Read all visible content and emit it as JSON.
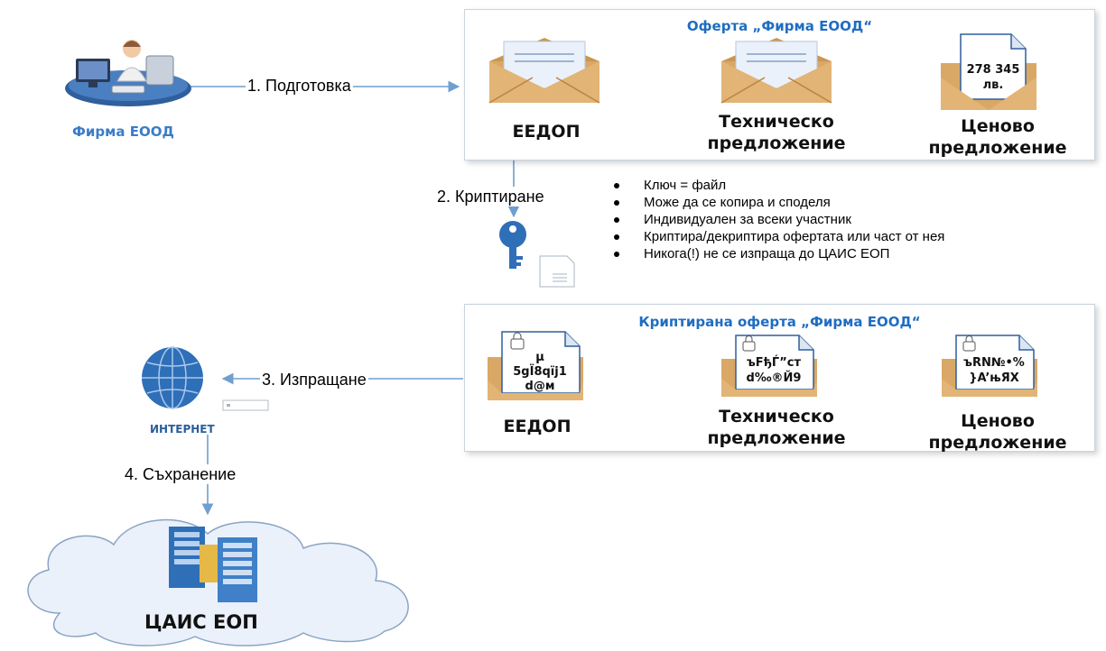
{
  "actor": {
    "label": "Фирма ЕООД"
  },
  "steps": {
    "prepare": "1. Подготовка",
    "encrypt": "2. Криптиране",
    "send": "3. Изпращане",
    "store": "4. Съхранение"
  },
  "offer_panel": {
    "title": "Оферта „Фирма ЕООД“",
    "documents": [
      {
        "label": "ЕЕДОП"
      },
      {
        "label": "Техническо предложение"
      },
      {
        "label": "Ценово предложение",
        "content_line1": "278 345",
        "content_line2": "лв."
      }
    ]
  },
  "key_notes": [
    "Ключ = файл",
    "Може да се копира и споделя",
    "Индивидуален за всеки участник",
    "Криптира/декриптира офертата или част от нея",
    "Никога(!) не се изпраща до ЦАИС ЕОП"
  ],
  "encrypted_panel": {
    "title": "Криптирана оферта „Фирма ЕООД“",
    "documents": [
      {
        "label": "ЕЕДОП",
        "cipher_lines": [
          "µ",
          "5gЇ8qїj1",
          "d@м"
        ]
      },
      {
        "label": "Техническо предложение",
        "cipher_lines": [
          "ъFђЃ”ст",
          "d‰®Й9"
        ]
      },
      {
        "label": "Ценово предложение",
        "cipher_lines": [
          "ъRN№•%",
          "}A’њЯХ"
        ]
      }
    ]
  },
  "internet": {
    "label": "ИНТЕРНЕТ"
  },
  "storage": {
    "label": "ЦАИС ЕОП"
  },
  "colors": {
    "accent_blue": "#1f6dc2",
    "arrow": "#6f9fcf",
    "envelope": "#d9a866",
    "envelope_dark": "#b98442",
    "letter": "#eaf1fb"
  }
}
